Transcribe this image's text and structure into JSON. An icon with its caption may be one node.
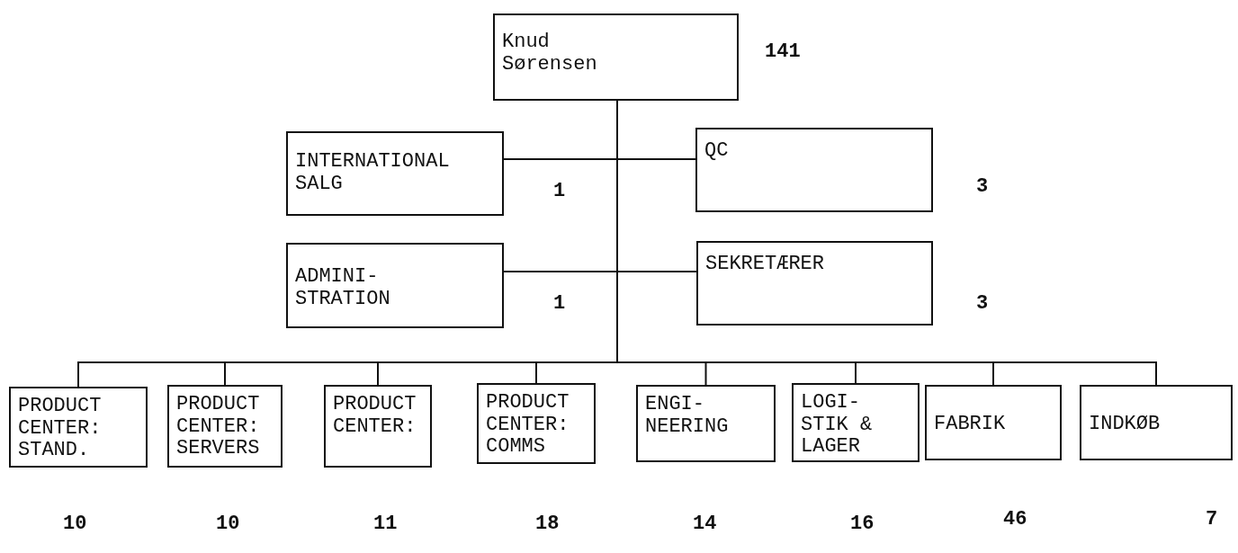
{
  "diagram": {
    "nodes": [
      {
        "text": [
          "Knud Sørensen"
        ],
        "beside": [
          "141"
        ]
      },
      {
        "text": [
          "INTERNATIONAL SALG"
        ],
        "beside": [
          "1"
        ]
      },
      {
        "text": [
          "QC"
        ],
        "beside": [
          "3"
        ]
      },
      {
        "text": [
          "ADMINI- STRATION"
        ],
        "beside": [
          "1"
        ]
      },
      {
        "text": [
          "SEKRETÆRER"
        ],
        "beside": [
          "3"
        ]
      },
      {
        "text": [
          "PRODUCT CENTER: STAND."
        ],
        "beside": [
          "10"
        ]
      },
      {
        "text": [
          "PRODUCT CENTER: SERVERS"
        ],
        "beside": [
          "10"
        ]
      },
      {
        "text": [
          "PRODUCT CENTER:"
        ],
        "beside": [
          "11"
        ]
      },
      {
        "text": [
          "PRODUCT CENTER: COMMS"
        ],
        "beside": [
          "18"
        ]
      },
      {
        "text": [
          "ENGI- NEERING"
        ],
        "beside": [
          "14"
        ]
      },
      {
        "text": [
          "LOGI- STIK & LAGER"
        ],
        "beside": [
          "16"
        ]
      },
      {
        "text": [
          "FABRIK"
        ],
        "beside": [
          "46"
        ]
      },
      {
        "text": [
          "INDKØB"
        ],
        "beside": [
          "7"
        ]
      }
    ],
    "edges": [
      {
        "from": 0,
        "to": 1,
        "arrow": "none"
      },
      {
        "from": 0,
        "to": 2,
        "arrow": "none"
      },
      {
        "from": 0,
        "to": 3,
        "arrow": "none"
      },
      {
        "from": 0,
        "to": 4,
        "arrow": "none"
      },
      {
        "from": 0,
        "to": 5,
        "arrow": "none"
      },
      {
        "from": 0,
        "to": 6,
        "arrow": "none"
      },
      {
        "from": 0,
        "to": 7,
        "arrow": "none"
      },
      {
        "from": 0,
        "to": 8,
        "arrow": "none"
      },
      {
        "from": 0,
        "to": 9,
        "arrow": "none"
      },
      {
        "from": 0,
        "to": 10,
        "arrow": "none"
      },
      {
        "from": 0,
        "to": 11,
        "arrow": "none"
      },
      {
        "from": 0,
        "to": 12,
        "arrow": "none"
      }
    ]
  }
}
